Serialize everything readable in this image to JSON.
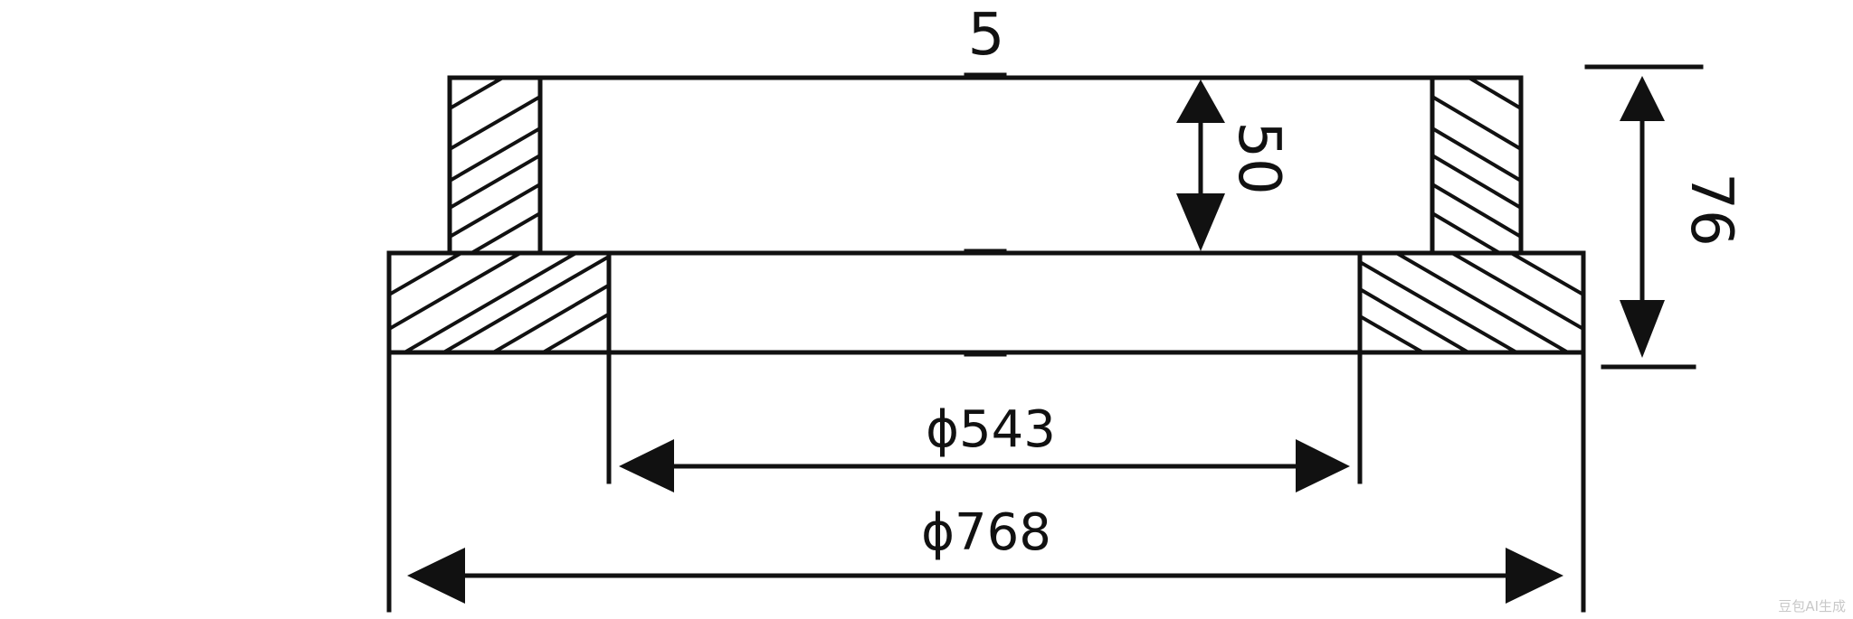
{
  "dimensions": {
    "top_gap": "5",
    "inner_height": "50",
    "total_height": "76",
    "inner_diameter": "ϕ543",
    "outer_diameter": "ϕ768"
  },
  "watermark": "豆包AI生成",
  "colors": {
    "line": "#111111",
    "background": "#ffffff"
  }
}
